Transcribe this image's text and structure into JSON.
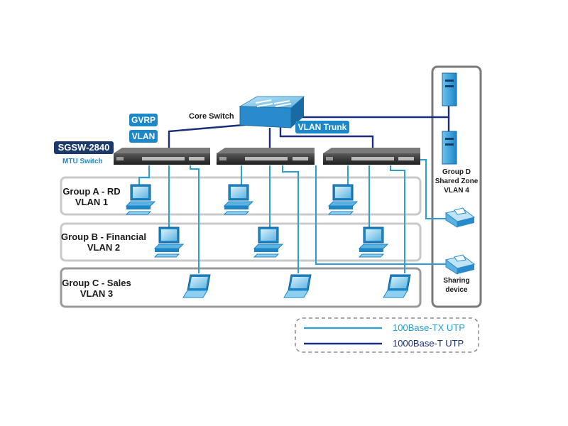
{
  "title_tag": "SGSW-2840",
  "mtu_label": "MTU Switch",
  "gvrp_tag": "GVRP",
  "vlan_tag": "VLAN",
  "core_switch_label": "Core Switch",
  "vlan_trunk_tag": "VLAN Trunk",
  "groups": [
    {
      "line1": "Group A - RD",
      "line2": "VLAN 1"
    },
    {
      "line1": "Group B - Financial",
      "line2": "VLAN 2"
    },
    {
      "line1": "Group C - Sales",
      "line2": "VLAN 3"
    }
  ],
  "group_d": {
    "line1": "Group D",
    "line2": "Shared Zone",
    "line3": "VLAN 4"
  },
  "sharing_device": {
    "line1": "Sharing",
    "line2": "device"
  },
  "legend": {
    "item1": "100Base-TX UTP",
    "item2": "1000Base-T UTP",
    "color1": "#2a9fd6",
    "color2": "#1a2f7a"
  },
  "colors": {
    "tag_blue": "#1c87c9",
    "tag_dark": "#1b3a6b",
    "group_border": "#c8c8c8",
    "panel_border": "#777777"
  }
}
